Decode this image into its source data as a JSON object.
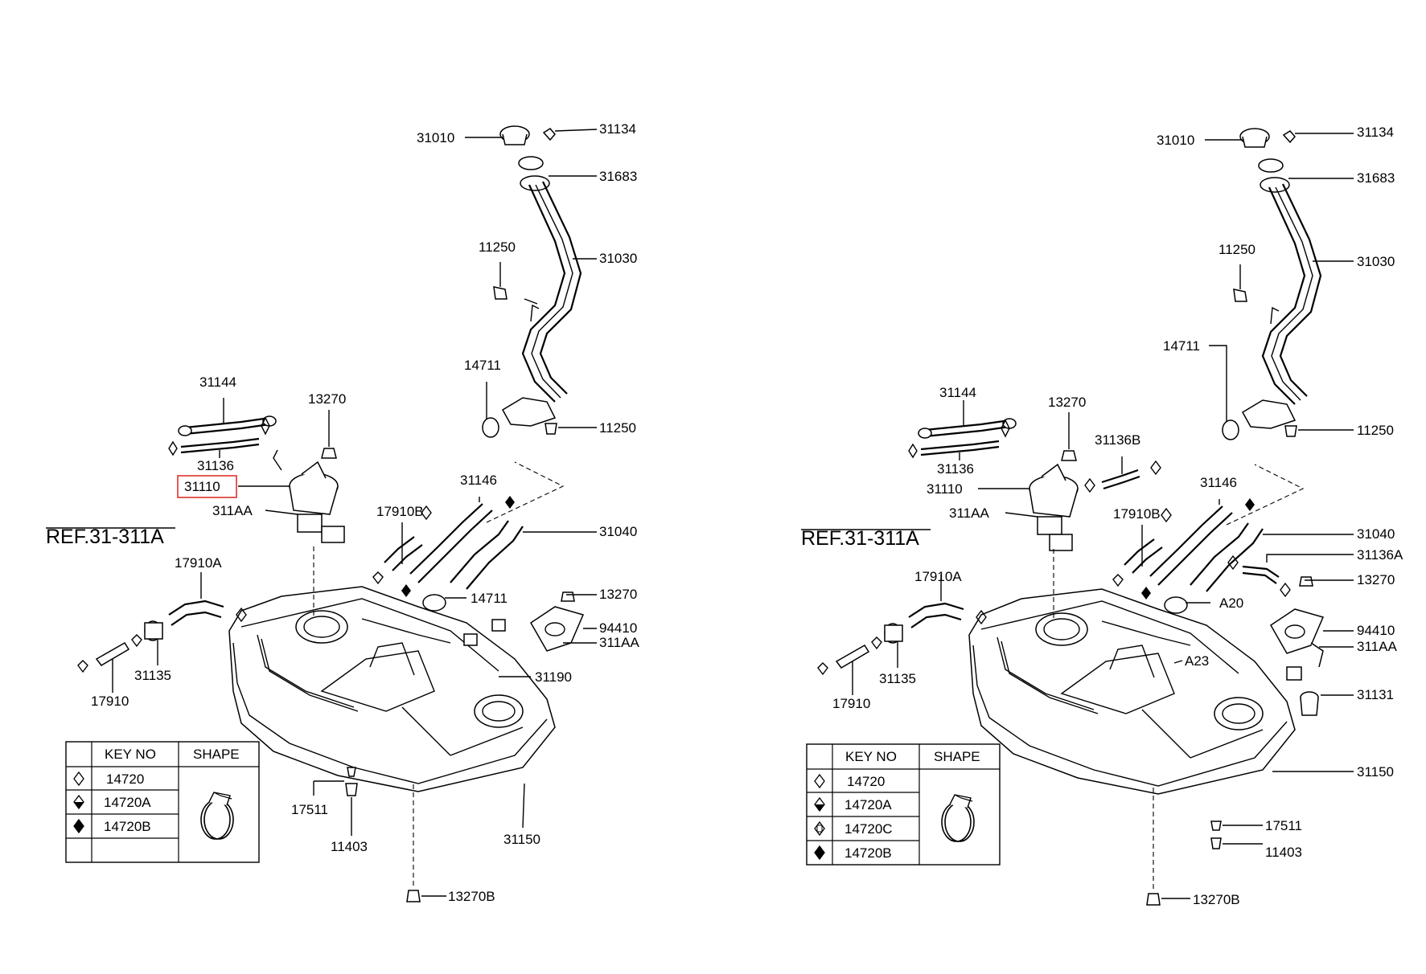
{
  "diagrams": [
    {
      "ref": "REF.31-311A",
      "labels": [
        "31010",
        "31134",
        "31683",
        "31030",
        "11250",
        "14711",
        "11250",
        "31144",
        "13270",
        "31136",
        "31110",
        "311AA",
        "17910B",
        "31146",
        "31040",
        "17910A",
        "13270",
        "14711",
        "94410",
        "311AA",
        "31135",
        "17910",
        "31190",
        "17511",
        "11403",
        "31150",
        "13270B"
      ],
      "highlighted_label": "31110",
      "table": {
        "headers": [
          "KEY NO",
          "SHAPE"
        ],
        "rows": [
          "14720",
          "14720A",
          "14720B",
          ""
        ]
      }
    },
    {
      "ref": "REF.31-311A",
      "labels": [
        "31010",
        "31134",
        "31683",
        "31030",
        "11250",
        "14711",
        "11250",
        "31144",
        "13270",
        "31136B",
        "31136",
        "31110",
        "311AA",
        "17910B",
        "31146",
        "31040",
        "31136A",
        "17910A",
        "13270",
        "A20",
        "94410",
        "311AA",
        "A23",
        "31135",
        "17910",
        "31131",
        "31150",
        "17511",
        "11403",
        "13270B"
      ],
      "table": {
        "headers": [
          "KEY NO",
          "SHAPE"
        ],
        "rows": [
          "14720",
          "14720A",
          "14720C",
          "14720B"
        ]
      }
    }
  ],
  "icons": [
    "fuel-tank-icon",
    "filler-neck-icon",
    "fuel-pump-icon",
    "hose-clamp-icon",
    "diamond-symbol-icon"
  ]
}
